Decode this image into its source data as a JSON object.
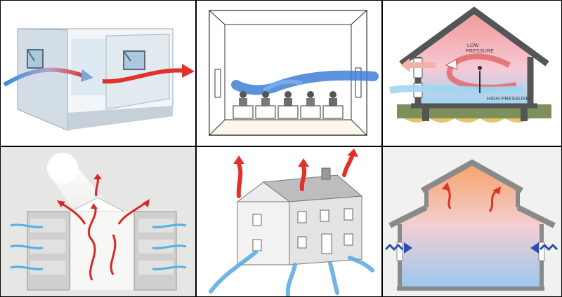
{
  "panels": [
    {
      "id": "cross-ventilation-room"
    },
    {
      "id": "classroom-airflow"
    },
    {
      "id": "stack-effect-house",
      "labels": {
        "low_pressure_line1": "LOW",
        "low_pressure_line2": "PRESSURE",
        "high_pressure": "HIGH PRESSURE"
      }
    },
    {
      "id": "atrium-stack-ventilation"
    },
    {
      "id": "house-exterior-airflow"
    },
    {
      "id": "clerestory-section"
    }
  ],
  "colors": {
    "cool_air": "#2f8fd8",
    "warm_air": "#e0322a",
    "panel_border": "#000000"
  }
}
